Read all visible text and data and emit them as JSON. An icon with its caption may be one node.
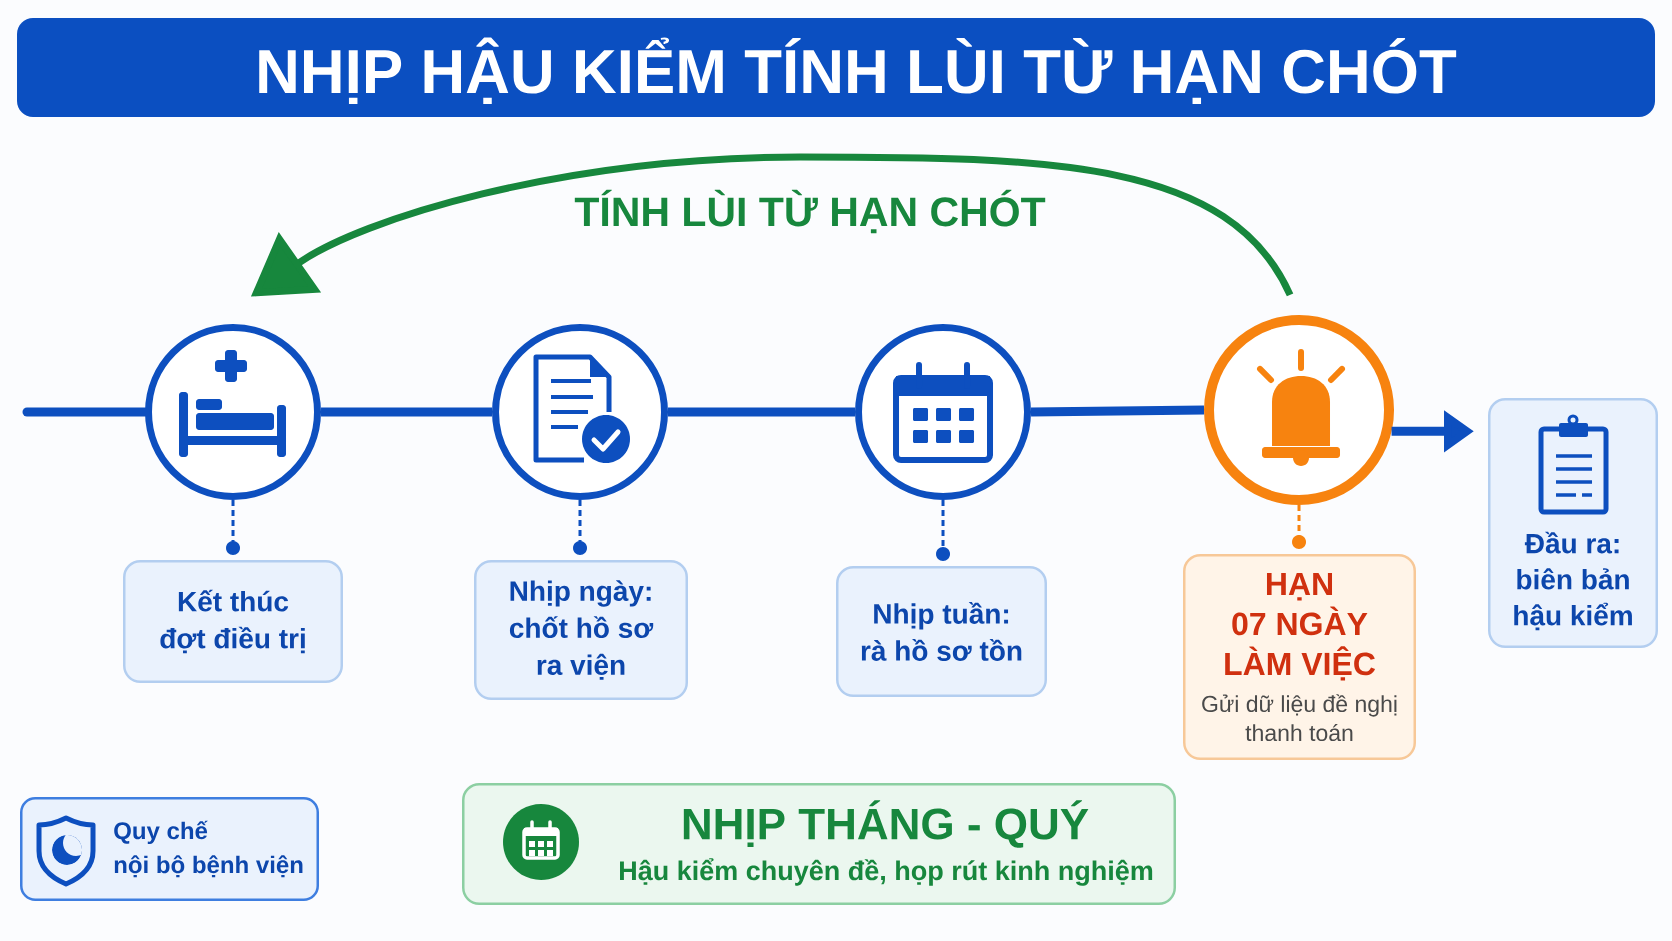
{
  "diagram": {
    "title": "NHỊP HẬU KIỂM TÍNH LÙI TỪ HẠN CHÓT",
    "nodes": [
      {
        "text": [],
        "shape": "circle"
      },
      {
        "text": [
          "Kết thúc đợt điều trị"
        ]
      },
      {
        "text": [],
        "shape": "circle"
      },
      {
        "text": [
          "Nhịp ngày: chốt hồ sơ ra viện"
        ]
      },
      {
        "text": [],
        "shape": "circle"
      },
      {
        "text": [
          "Nhịp tuần: rà hồ sơ tồn"
        ]
      },
      {
        "text": [],
        "shape": "circle"
      },
      {
        "text": [
          "HẠN 07 NGÀY LÀM VIỆC",
          "Gửi dữ liệu đề nghị thanh toán"
        ]
      },
      {
        "text": [
          "Đầu ra: biên bản hậu kiểm"
        ]
      },
      {
        "text": [
          "Quy chế nội bộ bệnh viện"
        ]
      },
      {
        "text": [
          "NHỊP THÁNG - QUÝ",
          "Hậu kiểm chuyên đề, họp rút kinh nghiệm"
        ]
      }
    ],
    "edges": [
      {
        "from": null,
        "to": 0,
        "arrow": "none"
      },
      {
        "from": 0,
        "to": 2,
        "arrow": "none"
      },
      {
        "from": 2,
        "to": 4,
        "arrow": "none"
      },
      {
        "from": 4,
        "to": 6,
        "arrow": "none"
      },
      {
        "from": 6,
        "to": 8,
        "arrow": "to"
      },
      {
        "from": 6,
        "to": 0,
        "arrow": "to",
        "label": "TÍNH LÙI TỪ HẠN CHÓT",
        "color": "#17873d"
      },
      {
        "from": 0,
        "to": 1,
        "arrow": "other",
        "style": "dashed"
      },
      {
        "from": 2,
        "to": 3,
        "arrow": "other",
        "style": "dashed"
      },
      {
        "from": 4,
        "to": 5,
        "arrow": "other",
        "style": "dashed"
      },
      {
        "from": 6,
        "to": 7,
        "arrow": "other",
        "style": "dashed",
        "color": "#f7830f"
      }
    ]
  }
}
